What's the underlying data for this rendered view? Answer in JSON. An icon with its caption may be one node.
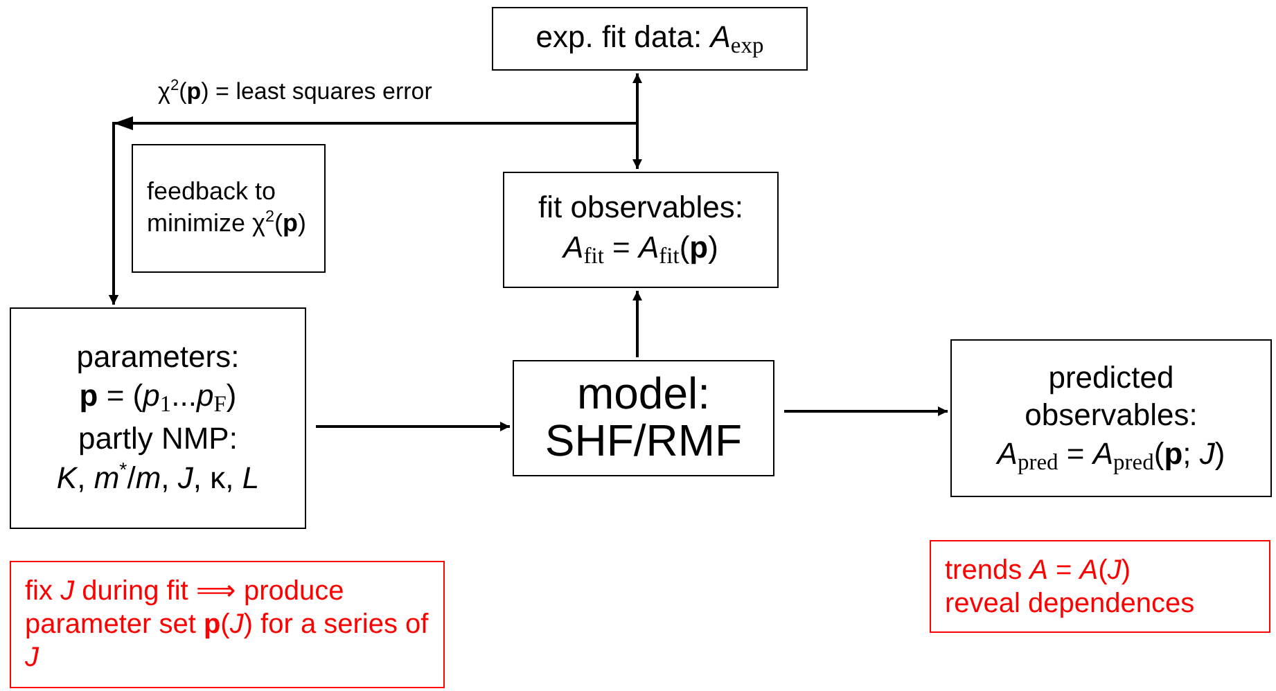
{
  "diagram": {
    "nodes": [
      {
        "text": [
          "exp. fit data: *A*$_{exp}$"
        ]
      },
      {
        "text": [
          "fit observables:",
          "*A*$_{fit}$ = *A*$_{fit}$(**p**)"
        ]
      },
      {
        "text": [
          "feedback to minimize χ$^{2}$(**p**)"
        ]
      },
      {
        "text": [
          "parameters:",
          "**p** = (*p*$_{1}$...*p*$_{F}$)",
          "partly NMP:",
          "*K*, *m*$^{*}$/*m*, *J*, κ, *L*"
        ]
      },
      {
        "text": [
          "model: SHF/RMF"
        ]
      },
      {
        "text": [
          "predicted observables:",
          "*A*$_{pred}$ = *A*$_{pred}$(**p**; *J*)"
        ]
      },
      {
        "text": [
          "fix *J* during fit ⟹ produce parameter set **p**(*J*) for a series of *J*"
        ]
      },
      {
        "text": [
          "trends *A* = *A*(*J*) reveal dependences"
        ]
      }
    ],
    "edges": [
      {
        "from": 0,
        "to": 1,
        "arrow": "both"
      },
      {
        "from": 0,
        "to": 3,
        "arrow": "to",
        "label": "χ$^{2}$(**p**) = least squares error"
      },
      {
        "from": 1,
        "to": 3,
        "arrow": "to"
      },
      {
        "from": 3,
        "to": 4,
        "arrow": "to"
      },
      {
        "from": 4,
        "to": 1,
        "arrow": "to"
      },
      {
        "from": 4,
        "to": 5,
        "arrow": "to"
      }
    ]
  }
}
